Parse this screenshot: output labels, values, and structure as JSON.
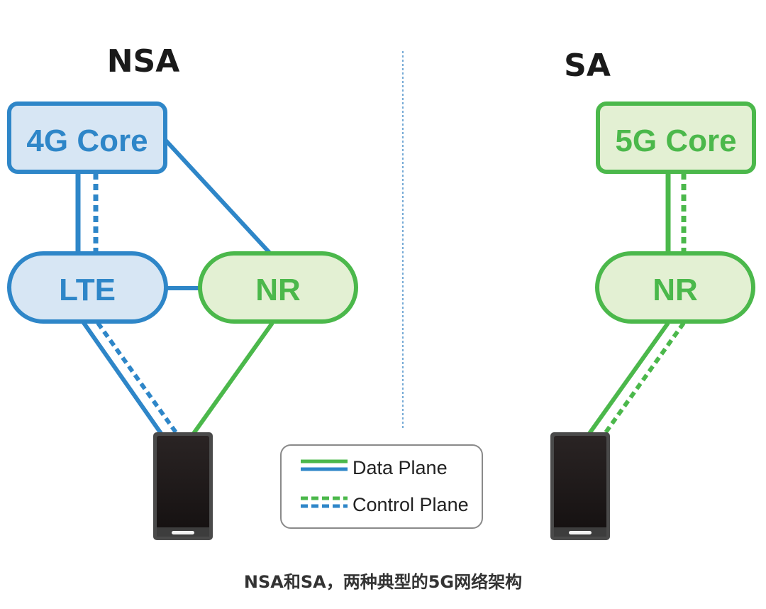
{
  "headings": {
    "nsa": "NSA",
    "sa": "SA"
  },
  "nsa": {
    "core": "4G Core",
    "lte": "LTE",
    "nr": "NR"
  },
  "sa": {
    "core": "5G Core",
    "nr": "NR"
  },
  "legend": {
    "data_plane": "Data Plane",
    "control_plane": "Control Plane"
  },
  "caption": "NSA和SA，两种典型的5G网络架构",
  "colors": {
    "blue": "#2e86c8",
    "blue_fill": "#d7e6f4",
    "green": "#4bb84b",
    "green_fill": "#e3f0d3",
    "phone_body": "#1e1a1a",
    "phone_frame": "#4a4a4a"
  }
}
